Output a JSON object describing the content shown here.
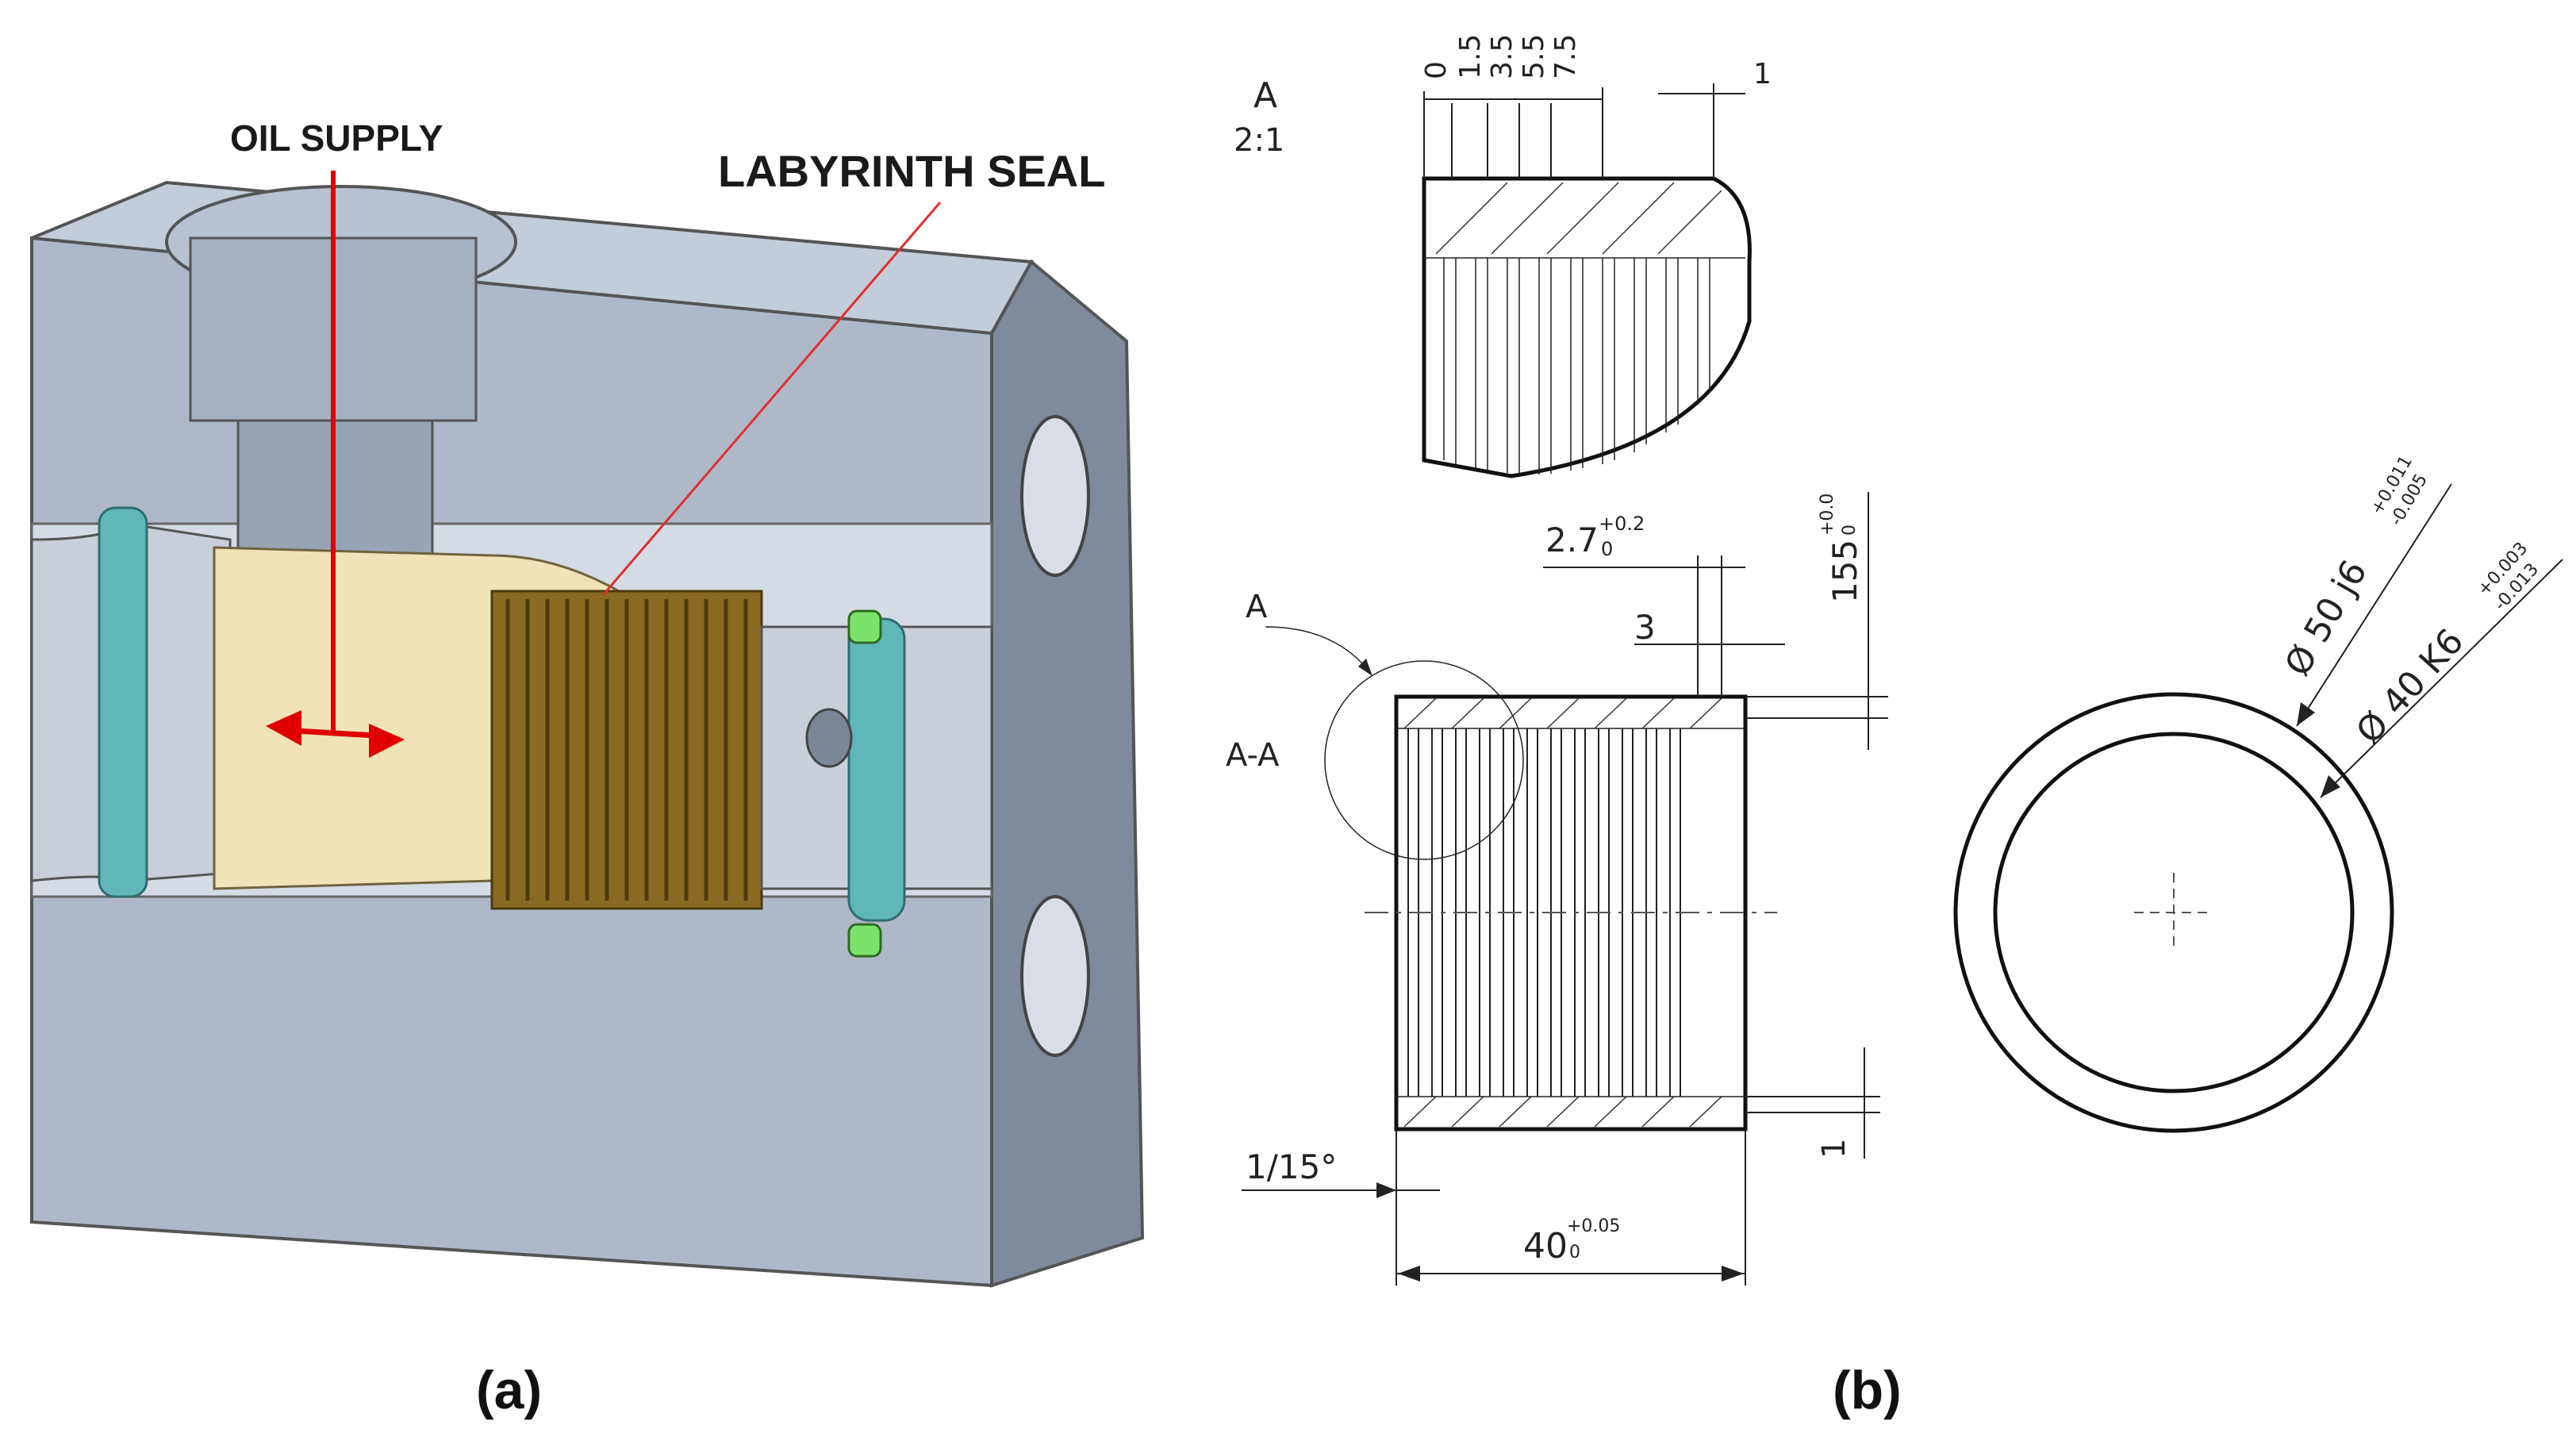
{
  "panel_a": {
    "label": "(a)",
    "callouts": {
      "oil_supply": "OIL SUPPLY",
      "labyrinth_seal": "LABYRINTH SEAL"
    },
    "colors": {
      "housing": "#aeb8c8",
      "bushing": "#f1e3b8",
      "seal": "#8a6a22",
      "oring": "#5fb7b9",
      "green_seal": "#7be36b",
      "arrow": "#e00000"
    }
  },
  "panel_b": {
    "label": "(b)",
    "detail": {
      "name": "A",
      "scale": "2:1",
      "positions": [
        "0",
        "1.5",
        "3.5",
        "5.5",
        "7.5"
      ],
      "end_dim": "1"
    },
    "section": {
      "detail_ref": "A",
      "section_label": "A-A",
      "groove_width": "2.7",
      "groove_width_tol": "+0.2",
      "groove_width_tol_low": "0",
      "groove_3": "3",
      "depth": "155",
      "depth_tol": "+0.0",
      "depth_tol_low": "0",
      "chamfer": "1/15°",
      "length": "40",
      "length_tol": "+0.05",
      "length_tol_low": "0",
      "end_1": "1"
    },
    "end_view": {
      "outer_dia": "Ø 50 j6",
      "outer_tol_up": "+0.011",
      "outer_tol_low": "-0.005",
      "inner_dia": "Ø 40 K6",
      "inner_tol_up": "+0.003",
      "inner_tol_low": "-0.013"
    }
  }
}
